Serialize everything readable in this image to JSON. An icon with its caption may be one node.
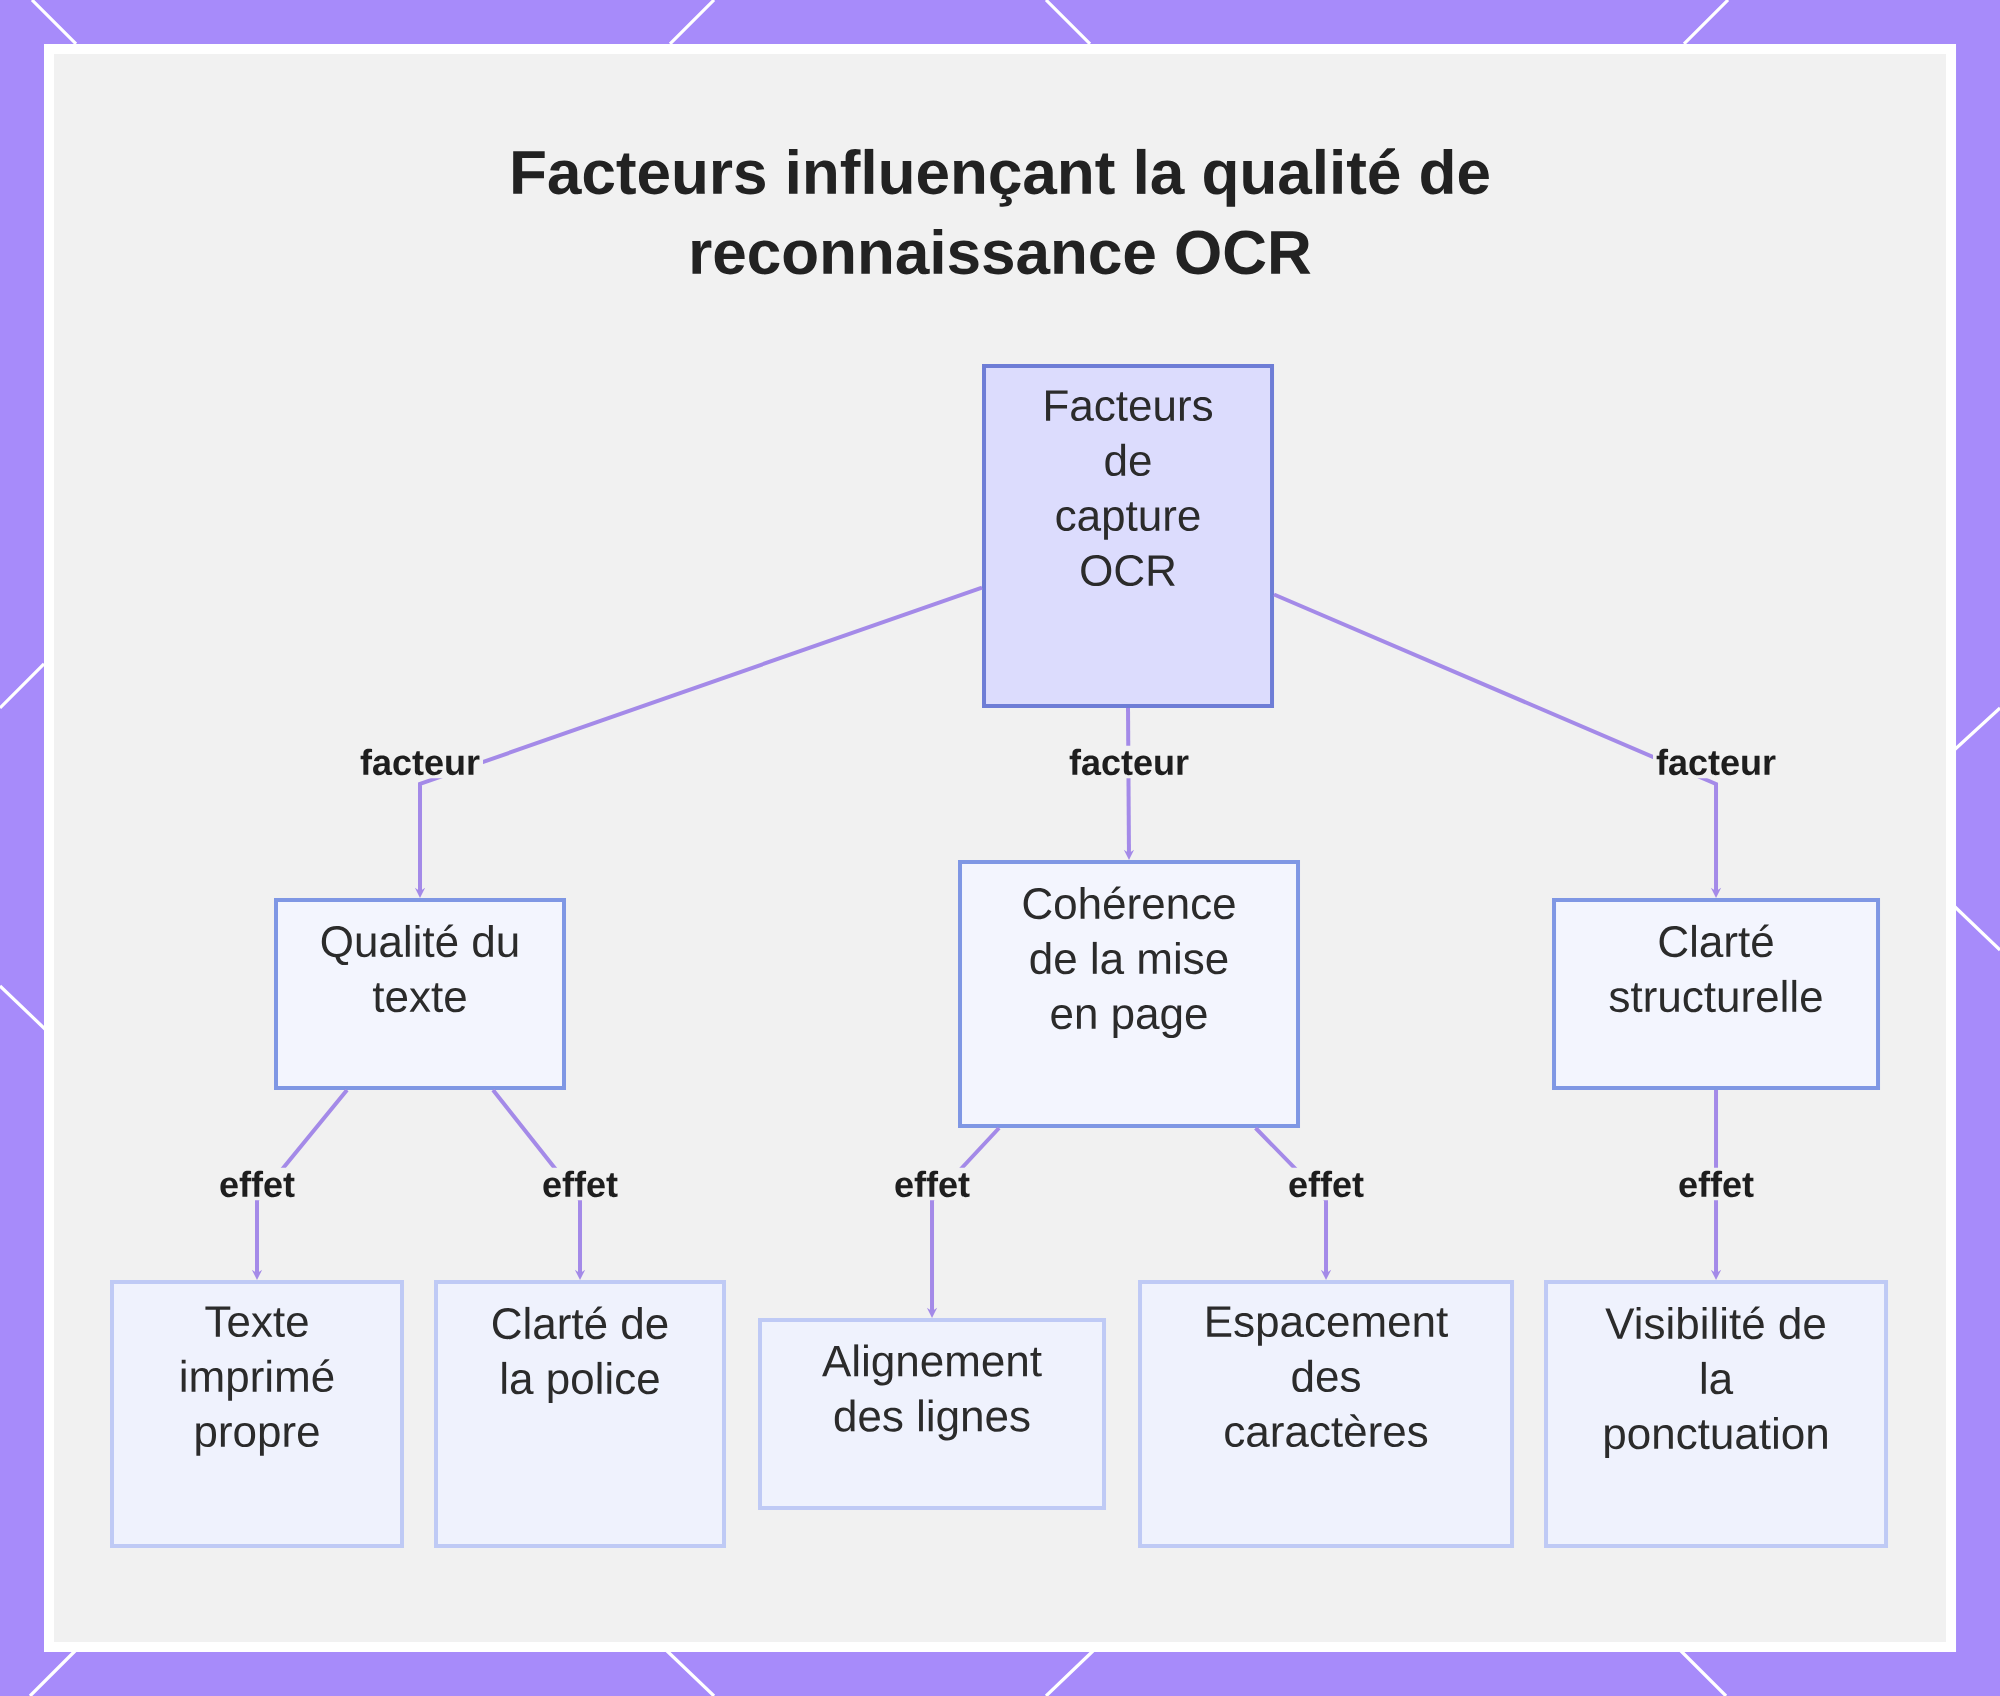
{
  "diagram": {
    "title": "Facteurs influençant la qualité de reconnaissance OCR",
    "nodes": [
      {
        "text": [
          "Facteurs de capture OCR"
        ]
      },
      {
        "text": [
          "Qualité du texte"
        ]
      },
      {
        "text": [
          "Cohérence de la mise en page"
        ]
      },
      {
        "text": [
          "Clarté structurelle"
        ]
      },
      {
        "text": [
          "Texte imprimé propre"
        ]
      },
      {
        "text": [
          "Clarté de la police"
        ]
      },
      {
        "text": [
          "Alignement des lignes"
        ]
      },
      {
        "text": [
          "Espacement des caractères"
        ]
      },
      {
        "text": [
          "Visibilité de la ponctuation"
        ]
      }
    ],
    "edges": [
      {
        "from": 0,
        "to": 1,
        "arrow": "to",
        "label": "facteur"
      },
      {
        "from": 0,
        "to": 2,
        "arrow": "to",
        "label": "facteur"
      },
      {
        "from": 0,
        "to": 3,
        "arrow": "to",
        "label": "facteur"
      },
      {
        "from": 1,
        "to": 4,
        "arrow": "to",
        "label": "effet"
      },
      {
        "from": 1,
        "to": 5,
        "arrow": "to",
        "label": "effet"
      },
      {
        "from": 2,
        "to": 6,
        "arrow": "to",
        "label": "effet"
      },
      {
        "from": 2,
        "to": 7,
        "arrow": "to",
        "label": "effet"
      },
      {
        "from": 3,
        "to": 8,
        "arrow": "to",
        "label": "effet"
      }
    ]
  }
}
